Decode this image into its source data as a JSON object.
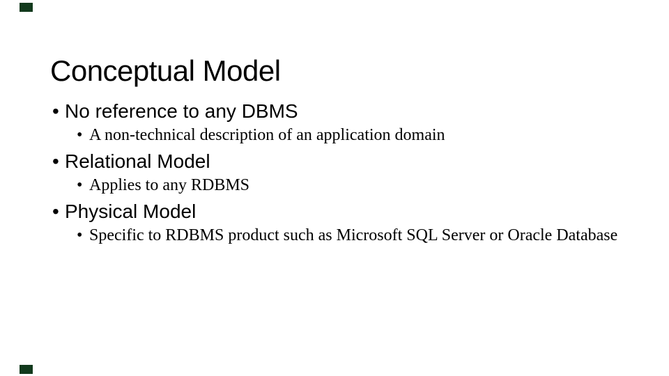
{
  "slide": {
    "title": "Conceptual Model",
    "bullet_char": "•",
    "bullets": [
      {
        "level": 1,
        "text": "No reference to any DBMS"
      },
      {
        "level": 2,
        "text": "A non-technical description of an application domain"
      },
      {
        "level": 1,
        "text": "Relational Model"
      },
      {
        "level": 2,
        "text": "Applies to any RDBMS"
      },
      {
        "level": 1,
        "text": "Physical Model"
      },
      {
        "level": 2,
        "text": "Specific to RDBMS product such as Microsoft SQL Server or Oracle Database"
      }
    ],
    "colors": {
      "background": "#ffffff",
      "text": "#000000",
      "corner_mark": "#123a1d"
    },
    "corner_mark_style": "background:#123a1d"
  }
}
